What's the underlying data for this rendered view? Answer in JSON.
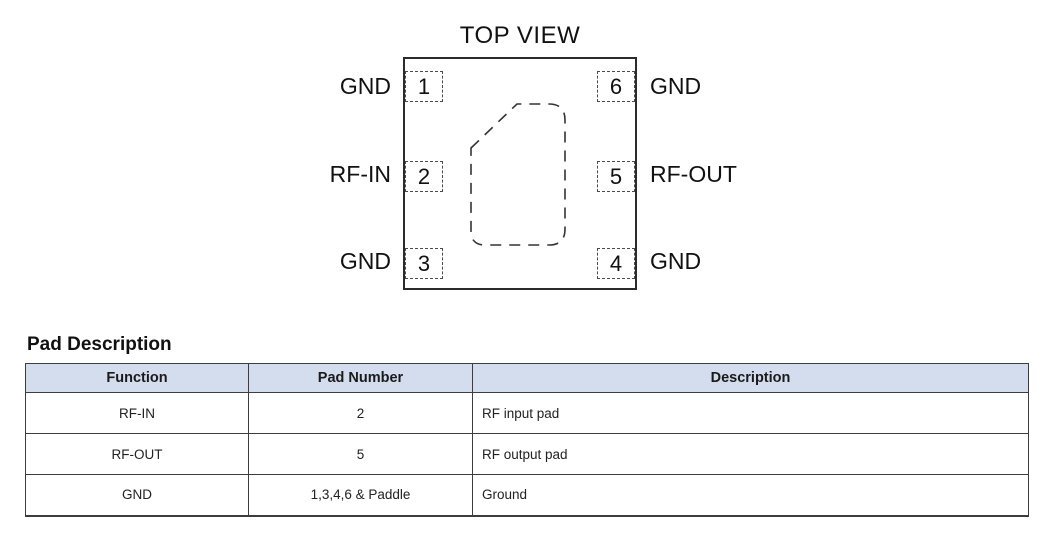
{
  "diagram": {
    "title": "TOP VIEW",
    "left_pins": [
      {
        "label": "GND",
        "number": "1"
      },
      {
        "label": "RF-IN",
        "number": "2"
      },
      {
        "label": "GND",
        "number": "3"
      }
    ],
    "right_pins": [
      {
        "label": "GND",
        "number": "6"
      },
      {
        "label": "RF-OUT",
        "number": "5"
      },
      {
        "label": "GND",
        "number": "4"
      }
    ],
    "paddle_name": "exposed-paddle"
  },
  "table": {
    "heading": "Pad Description",
    "headers": [
      "Function",
      "Pad Number",
      "Description"
    ],
    "rows": [
      [
        "RF-IN",
        "2",
        "RF input pad"
      ],
      [
        "RF-OUT",
        "5",
        "RF output pad"
      ],
      [
        "GND",
        "1,3,4,6 & Paddle",
        "Ground"
      ]
    ]
  },
  "colors": {
    "header_fill": "#d4ddee",
    "table_border": "#3d3d3d",
    "ink": "#1a1a1a"
  }
}
